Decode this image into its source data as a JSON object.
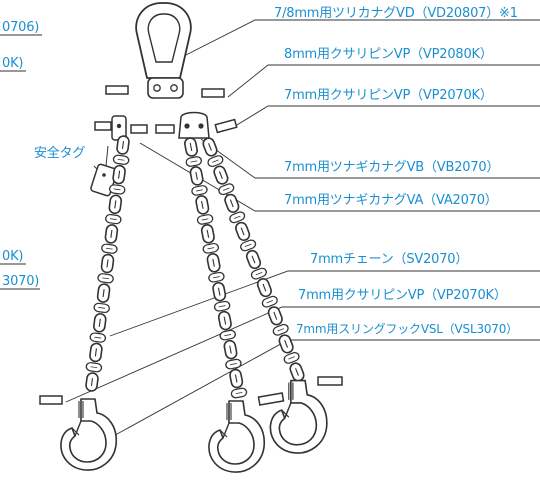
{
  "accent_color": "#1b8fd0",
  "line_color": "#333333",
  "callouts": {
    "master_link": "7/8mm用ツリカナグVD（VD20807）※1",
    "clevis_pin_8": "8mm用クサリピンVP（VP2080K）",
    "clevis_pin_7_top": "7mm用クサリピンVP（VP2070K）",
    "safety_tag": "安全タグ",
    "connector_vb": "7mm用ツナギカナグVB（VB2070）",
    "connector_va": "7mm用ツナギカナグVA（VA2070）",
    "chain": "7mmチェーン（SV2070）",
    "clevis_pin_7_bottom": "7mm用クサリピンVP（VP2070K）",
    "sling_hook": "7mm用スリングフックVSL（VSL3070）"
  },
  "cropped_left": {
    "top_1": "0706)",
    "top_2": "0K)",
    "mid_1": "0K)",
    "mid_2": "3070)"
  }
}
